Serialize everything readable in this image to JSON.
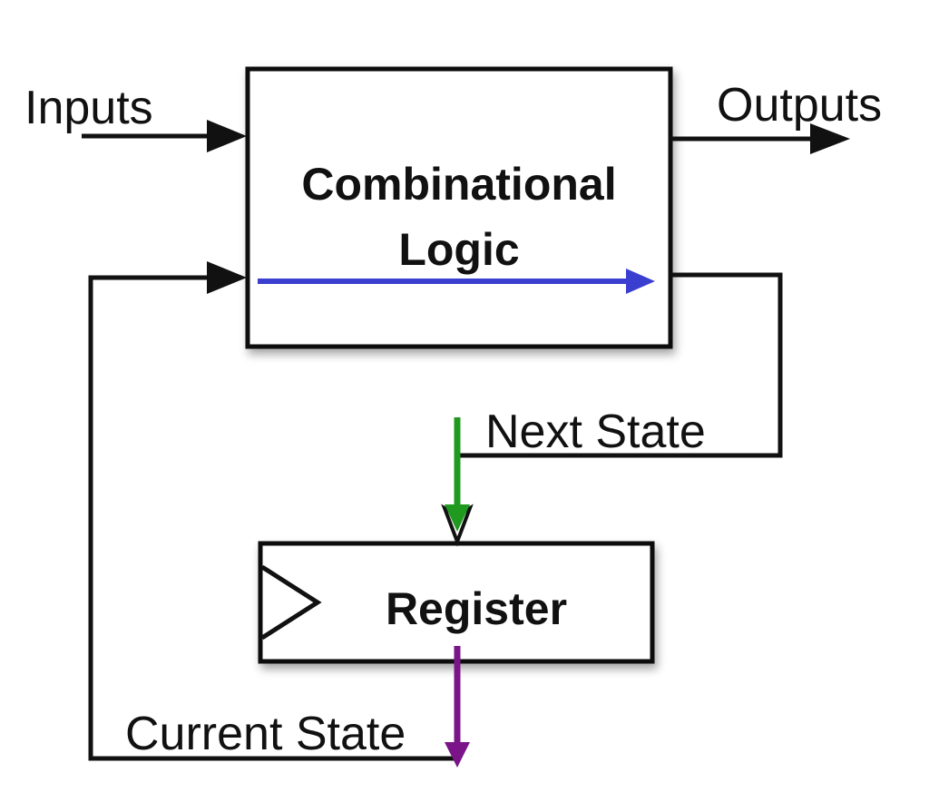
{
  "labels": {
    "inputs": "Inputs",
    "outputs": "Outputs",
    "next_state": "Next State",
    "current_state": "Current State"
  },
  "blocks": {
    "combinational_line1": "Combinational",
    "combinational_line2": "Logic",
    "register": "Register"
  },
  "colors": {
    "wire": "#111111",
    "critical_path": "#3a3fd0",
    "next_state_arrow": "#1f9a1f",
    "current_state_arrow": "#7a1488"
  }
}
